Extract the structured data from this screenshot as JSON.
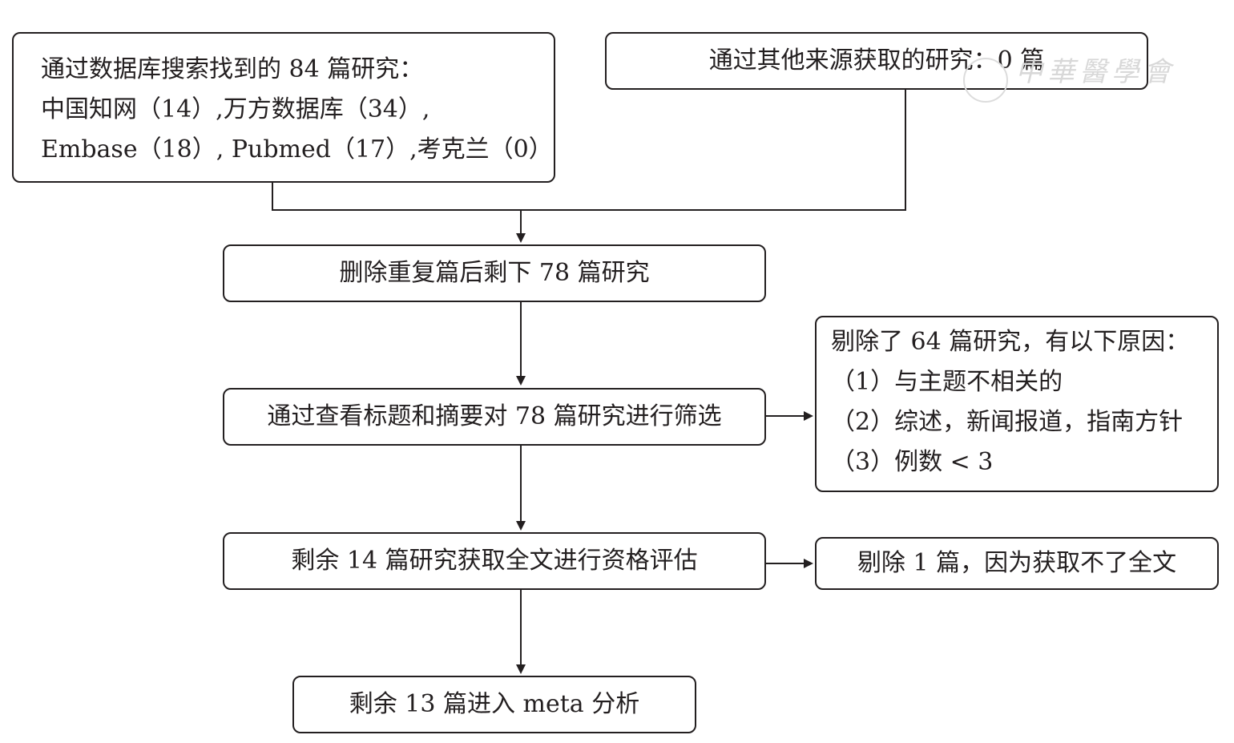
{
  "nodes": {
    "db_search": {
      "lines": [
        "通过数据库搜索找到的 84 篇研究：",
        "中国知网（14）,万方数据库（34）,",
        "Embase（18）, Pubmed（17）,考克兰（0）"
      ]
    },
    "other_sources": {
      "text": "通过其他来源获取的研究：0 篇"
    },
    "dedup": {
      "text": "删除重复篇后剩下 78 篇研究"
    },
    "screen": {
      "text": "通过查看标题和摘要对 78 篇研究进行筛选"
    },
    "excluded_screen": {
      "lines": [
        "剔除了 64 篇研究，有以下原因：",
        "（1）与主题不相关的",
        "（2）综述，新闻报道，指南方针",
        "（3）例数 < 3"
      ]
    },
    "fulltext": {
      "text": "剩余 14 篇研究获取全文进行资格评估"
    },
    "excluded_fulltext": {
      "text": "剔除 1 篇，因为获取不了全文"
    },
    "final": {
      "text": "剩余 13 篇进入 meta 分析"
    }
  },
  "watermark": "中华医学会",
  "colors": {
    "stroke": "#231f20",
    "text": "#231f20",
    "background": "#ffffff",
    "watermark": "#d8d8d8"
  }
}
